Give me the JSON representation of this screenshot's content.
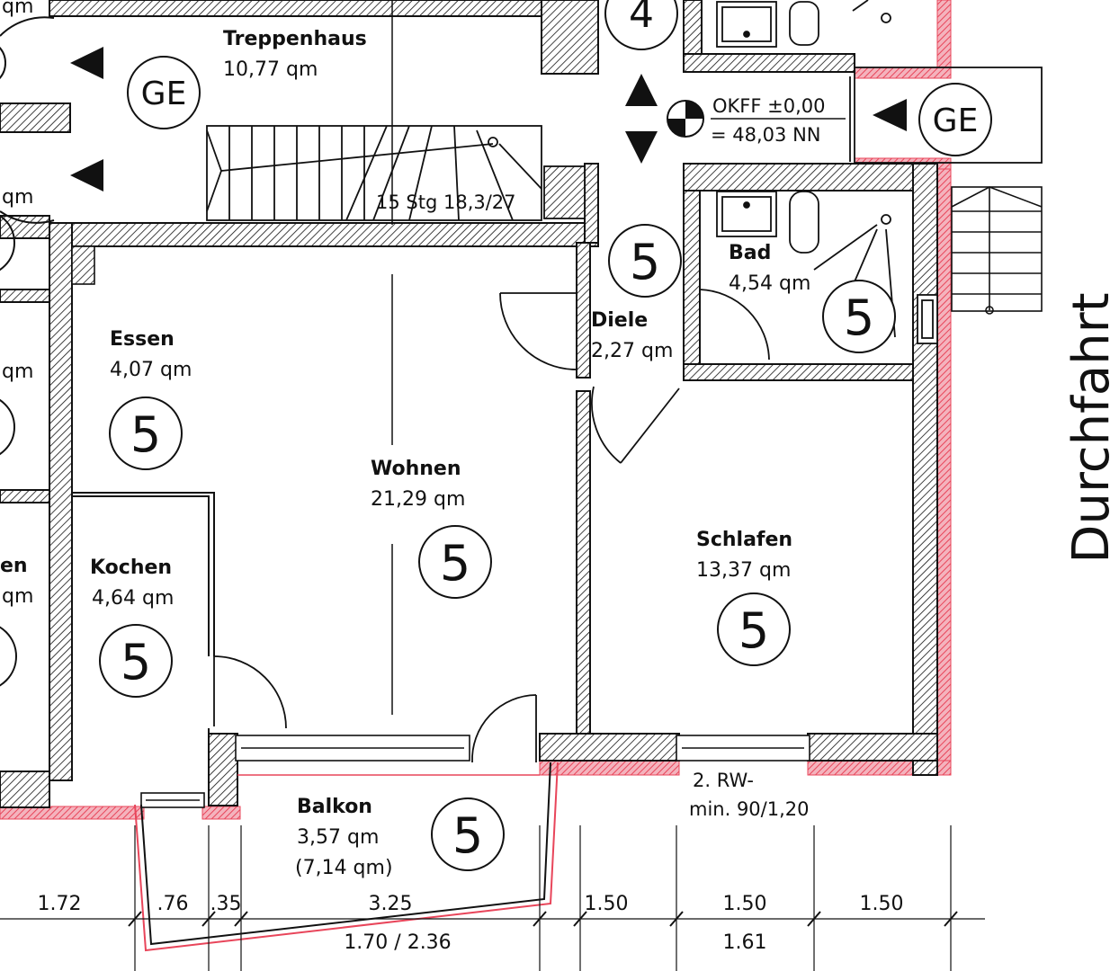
{
  "rooms": {
    "treppenhaus": {
      "name": "Treppenhaus",
      "area": "10,77 qm"
    },
    "essen": {
      "name": "Essen",
      "area": "4,07 qm",
      "marker": "5"
    },
    "wohnen": {
      "name": "Wohnen",
      "area": "21,29 qm",
      "marker": "5"
    },
    "kochen": {
      "name": "Kochen",
      "area": "4,64 qm",
      "marker": "5"
    },
    "diele": {
      "name": "Diele",
      "area": "2,27 qm",
      "marker": "5"
    },
    "bad": {
      "name": "Bad",
      "area": "4,54 qm",
      "marker": "5"
    },
    "schlafen": {
      "name": "Schlafen",
      "area": "13,37 qm",
      "marker": "5"
    },
    "balkon": {
      "name": "Balkon",
      "area": "3,57 qm",
      "area_alt": "(7,14 qm)",
      "marker": "5"
    }
  },
  "neighbor_fragments": {
    "top": "qm",
    "mid1": "qm",
    "mid2": "qm",
    "room_en": "en",
    "room_en_area": "qm"
  },
  "markers": {
    "top_marker": "4",
    "ge_left": "GE",
    "ge_right": "GE"
  },
  "stair": {
    "label": "15 Stg 18,3/27"
  },
  "level": {
    "okff": "OKFF  ±0,00",
    "nn": "= 48,03 NN"
  },
  "street_label": "Durchfahrt",
  "window_note": {
    "line1": "2. RW-",
    "line2": "min. 90/1,20"
  },
  "dimensions": {
    "d1": "1.72",
    "d2": ".76",
    "d3": ".35",
    "d4": "3.25",
    "d5": "1.50",
    "d6": "1.50",
    "d7": "1.50",
    "sub1": "1.70 / 2.36",
    "sub2": "1.61"
  },
  "colors": {
    "wall": "#111111",
    "facade": "#e8455a"
  }
}
